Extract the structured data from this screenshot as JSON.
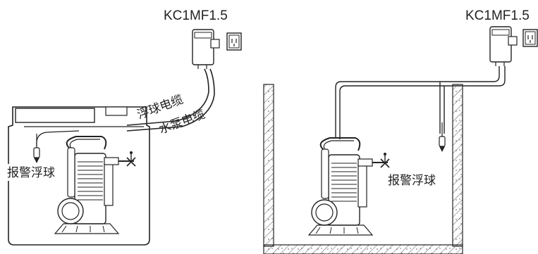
{
  "left_panel": {
    "controller_model": "KC1MF1.5",
    "float_cable_label": "浮球电缆",
    "pump_cable_label": "水泵电缆",
    "alarm_float_label": "报警浮球"
  },
  "right_panel": {
    "controller_model": "KC1MF1.5",
    "alarm_float_label": "报警浮球"
  },
  "colors": {
    "line": "#222222",
    "background": "#ffffff",
    "hatch": "#555555"
  },
  "icons": {
    "controller": "controller-box-icon",
    "outlet": "power-outlet-icon",
    "pump": "submersible-pump-icon",
    "float": "float-switch-icon",
    "valve": "valve-icon"
  }
}
